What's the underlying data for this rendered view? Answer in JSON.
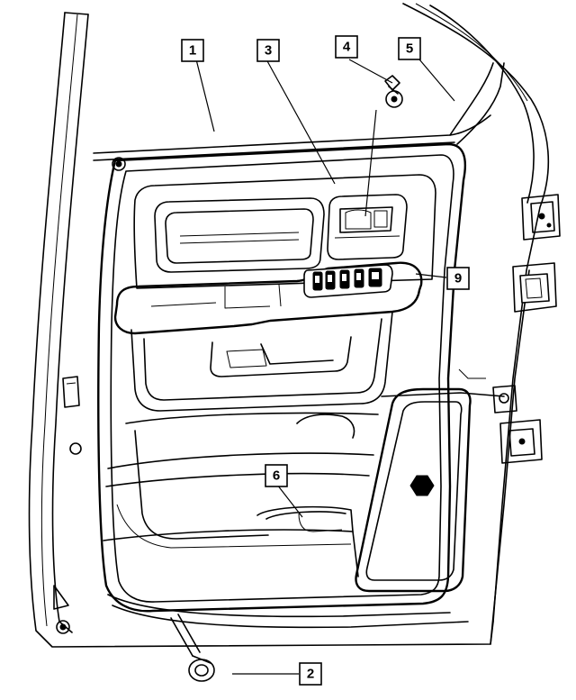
{
  "callouts": [
    {
      "id": "c1",
      "label": "1"
    },
    {
      "id": "c2",
      "label": "2"
    },
    {
      "id": "c3",
      "label": "3"
    },
    {
      "id": "c4",
      "label": "4"
    },
    {
      "id": "c5",
      "label": "5"
    },
    {
      "id": "c6",
      "label": "6"
    },
    {
      "id": "c9",
      "label": "9"
    }
  ]
}
